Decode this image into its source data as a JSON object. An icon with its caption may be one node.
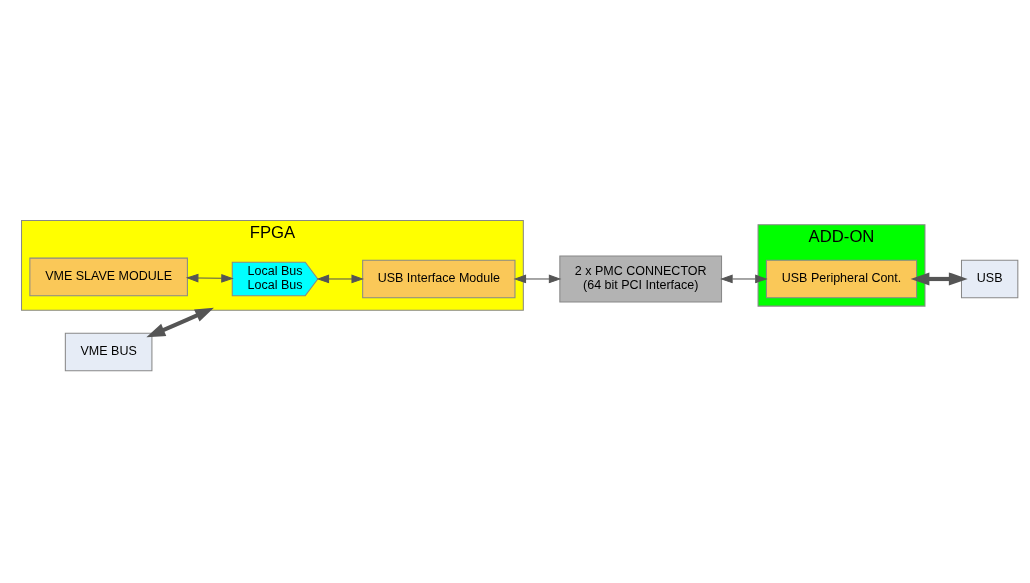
{
  "diagram": {
    "nodes": [
      {
        "text": [
          "USB"
        ]
      },
      {
        "text": [
          "FPGA"
        ]
      },
      {
        "text": [
          "Local Bus",
          "Local Bus"
        ],
        "in": 1
      },
      {
        "text": [
          "VME SLAVE MODULE"
        ],
        "in": 1
      },
      {
        "text": [
          "ADD-ON"
        ]
      },
      {
        "text": [
          "USB Peripheral Cont."
        ],
        "in": 4
      },
      {
        "text": [
          "VME BUS"
        ]
      },
      {
        "text": [
          "USB Interface Module"
        ],
        "in": 1
      },
      {
        "text": [
          "2 x PMC CONNECTOR",
          "(64 bit PCI Interface)"
        ]
      }
    ],
    "edges": [
      {
        "from": 6,
        "to": 1,
        "arrow": "both",
        "style": "thick"
      },
      {
        "from": 3,
        "to": 2,
        "arrow": "both"
      },
      {
        "from": 2,
        "to": 7,
        "arrow": "both"
      },
      {
        "from": 7,
        "to": 8,
        "arrow": "both"
      },
      {
        "from": 8,
        "to": 5,
        "arrow": "both"
      },
      {
        "from": 5,
        "to": 0,
        "arrow": "both",
        "style": "thick"
      }
    ]
  }
}
